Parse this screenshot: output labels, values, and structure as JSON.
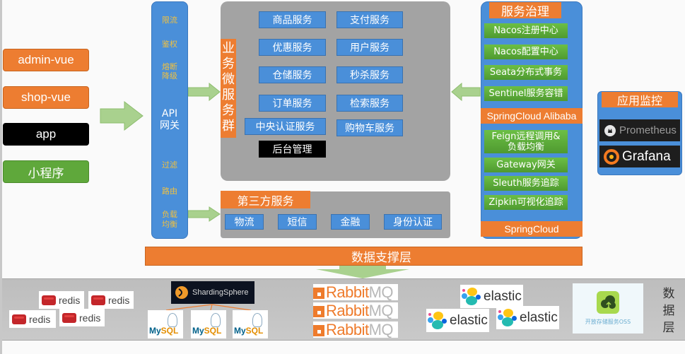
{
  "clients": [
    {
      "label": "admin-vue",
      "color": "#ed7d31"
    },
    {
      "label": "shop-vue",
      "color": "#ed7d31"
    },
    {
      "label": "app",
      "color": "#000000"
    },
    {
      "label": "小程序",
      "color": "#5fa83b"
    }
  ],
  "gateway": {
    "title": "API\n网关",
    "title_line1": "API",
    "title_line2": "网关",
    "features_top": [
      "限流",
      "鉴权",
      "熔断\n降级"
    ],
    "f_limit": "限流",
    "f_auth": "鉴权",
    "f_break1": "熔断",
    "f_break2": "降级",
    "f_filter": "过滤",
    "f_route": "路由",
    "f_lb1": "负载",
    "f_lb2": "均衡"
  },
  "business": {
    "tag": [
      "业",
      "务",
      "微",
      "服",
      "务",
      "群"
    ],
    "services": [
      "商品服务",
      "支付服务",
      "优惠服务",
      "用户服务",
      "仓储服务",
      "秒杀服务",
      "订单服务",
      "检索服务",
      "中央认证服务",
      "购物车服务",
      "后台管理"
    ]
  },
  "third_party": {
    "title": "第三方服务",
    "items": [
      "物流",
      "短信",
      "金融",
      "身份认证"
    ]
  },
  "governance": {
    "title": "服务治理",
    "alibaba_items": [
      "Nacos注册中心",
      "Nacos配置中心",
      "Seata分布式事务",
      "Sentinel服务容错"
    ],
    "alibaba_label": "SpringCloud Alibaba",
    "cloud_items": [
      "Feign远程调用&\n负载均衡",
      "Gateway网关",
      "Sleuth服务追踪",
      "Zipkin可视化追踪"
    ],
    "feign_line1": "Feign远程调用&",
    "feign_line2": "负载均衡",
    "cloud_label": "SpringCloud"
  },
  "monitoring": {
    "title": "应用监控",
    "items": [
      "Prometheus",
      "Grafana"
    ]
  },
  "data_support": {
    "label": "数据支撑层"
  },
  "data_layer": {
    "label": [
      "数",
      "据",
      "层"
    ],
    "redis": [
      "redis",
      "redis",
      "redis",
      "redis"
    ],
    "sharding": "ShardingSphere",
    "mysql": [
      "MySQL",
      "MySQL",
      "MySQL"
    ],
    "mysql_my": "My",
    "mysql_sql": "SQL",
    "rabbit": [
      "RabbitMQ",
      "RabbitMQ",
      "RabbitMQ"
    ],
    "rabbit_part1": "Rabbit",
    "rabbit_part2": "MQ",
    "elastic": [
      "elastic",
      "elastic",
      "elastic"
    ],
    "oss": "开放存储服务OSS"
  },
  "colors": {
    "orange": "#ed7d31",
    "blue": "#4a8fd9",
    "green": "#5fa83b",
    "gray_panel": "#a3a3a3",
    "arrow_green": "#a9d18e"
  }
}
